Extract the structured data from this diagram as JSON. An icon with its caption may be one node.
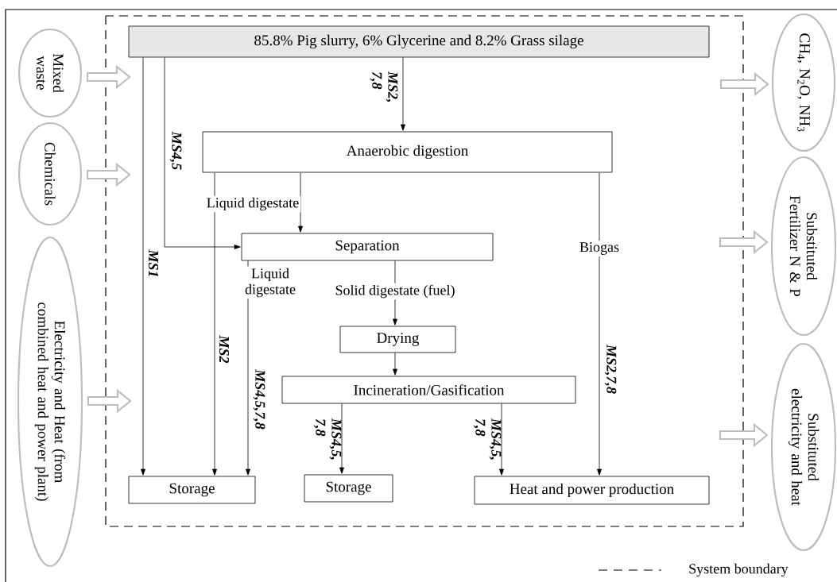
{
  "diagram": {
    "nodes": [
      {
        "text": [
          "85.8% Pig slurry, 6% Glycerine and 8.2% Grass silage"
        ]
      },
      {
        "text": [
          "Anaerobic digestion"
        ]
      },
      {
        "text": [
          "Separation"
        ]
      },
      {
        "text": [
          "Drying"
        ]
      },
      {
        "text": [
          "Incineration/Gasification"
        ]
      },
      {
        "text": [
          "Storage"
        ]
      },
      {
        "text": [
          "Storage"
        ]
      },
      {
        "text": [
          "Heat and power production"
        ]
      },
      {
        "text": [
          "Mixed waste"
        ]
      },
      {
        "text": [
          "Chemicals"
        ]
      },
      {
        "text": [
          "Electricity and Heat (from combined heat and power plant)"
        ]
      },
      {
        "text": [
          "CH$_{4}$, N$_{2}$O, NH$_{3}$"
        ]
      },
      {
        "text": [
          "Substituted Fertilizer N & P"
        ]
      },
      {
        "text": [
          "Substituted electricity and heat"
        ]
      }
    ],
    "edges": [
      {
        "from": 0,
        "to": 1,
        "arrow": "to",
        "label": "MS2, 7,8"
      },
      {
        "from": 0,
        "to": 2,
        "arrow": "to",
        "label": "MS4,5"
      },
      {
        "from": 0,
        "to": 5,
        "arrow": "to",
        "label": "MS1"
      },
      {
        "from": 1,
        "to": 5,
        "arrow": "to",
        "label": "MS2"
      },
      {
        "from": 1,
        "to": 2,
        "arrow": "to",
        "label": "Liquid digestate"
      },
      {
        "from": 1,
        "to": 7,
        "arrow": "to",
        "label": "Biogas"
      },
      {
        "from": 2,
        "to": 5,
        "arrow": "to",
        "label": "Liquid digestate"
      },
      {
        "from": 2,
        "to": 3,
        "arrow": "to",
        "label": "Solid digestate (fuel)"
      },
      {
        "from": 3,
        "to": 4,
        "arrow": "to"
      },
      {
        "from": 4,
        "to": 6,
        "arrow": "to",
        "label": "MS4,5, 7,8"
      },
      {
        "from": 4,
        "to": 7,
        "arrow": "to",
        "label": "MS4,5, 7,8"
      },
      {
        "from": 8,
        "to": null,
        "arrow": "to",
        "style": "thick",
        "color": "#bdbdbd"
      },
      {
        "from": 9,
        "to": null,
        "arrow": "to",
        "style": "thick",
        "color": "#bdbdbd"
      },
      {
        "from": 10,
        "to": null,
        "arrow": "to",
        "style": "thick",
        "color": "#bdbdbd"
      },
      {
        "from": null,
        "to": 11,
        "arrow": "to",
        "style": "thick",
        "color": "#bdbdbd"
      },
      {
        "from": null,
        "to": 12,
        "arrow": "to",
        "style": "thick",
        "color": "#bdbdbd"
      },
      {
        "from": null,
        "to": 13,
        "arrow": "to",
        "style": "thick",
        "color": "#bdbdbd"
      }
    ],
    "labels": [
      "MS2,7,8",
      "MS4,5,7,8"
    ],
    "legend": [
      {
        "text": "System boundary"
      }
    ]
  }
}
